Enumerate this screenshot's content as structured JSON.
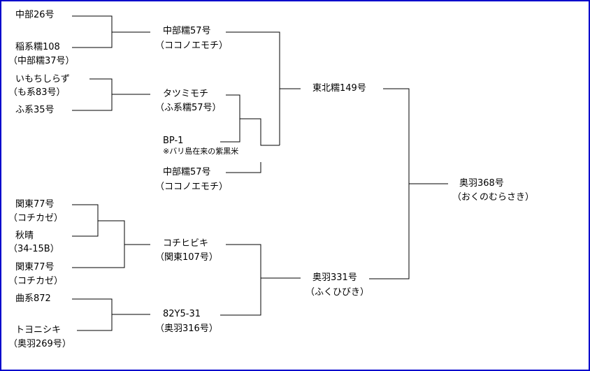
{
  "nodes": {
    "chubu26": {
      "name": "中部26号"
    },
    "inakei108": {
      "name": "稲系糯108",
      "alias": "（中部糯37号）"
    },
    "imochi": {
      "name": "いもちしらず",
      "alias": "（も系83号）"
    },
    "fukei35": {
      "name": "ふ系35号"
    },
    "chubu57a": {
      "name": "中部糯57号",
      "alias": "（ココノエモチ）"
    },
    "tatsumi": {
      "name": "タツミモチ",
      "alias": "（ふ系糯57号）"
    },
    "bp1": {
      "name": "BP-1",
      "note": "※バリ島在来の紫黒米"
    },
    "chubu57b": {
      "name": "中部糯57号",
      "alias": "（ココノエモチ）"
    },
    "tohoku149": {
      "name": "東北糯149号"
    },
    "ou368": {
      "name": "奥羽368号",
      "alias": "（おくのむらさき）"
    },
    "kanto77a": {
      "name": "関東77号",
      "alias": "（コチカゼ）"
    },
    "akibare": {
      "name": "秋晴",
      "alias": "（34-15B）"
    },
    "kanto77b": {
      "name": "関東77号",
      "alias": "（コチカゼ）"
    },
    "kyokukei872": {
      "name": "曲系872"
    },
    "toyonishiki": {
      "name": "トヨニシキ",
      "alias": "（奥羽269号）"
    },
    "kochihibiki": {
      "name": "コチヒビキ",
      "alias": "（関東107号）"
    },
    "y82": {
      "name": "82Y5-31",
      "alias": "（奥羽316号）"
    },
    "ou331": {
      "name": "奥羽331号",
      "alias": "（ふくひびき）"
    }
  },
  "colors": {
    "border": "#0000cc",
    "line": "#000000"
  }
}
